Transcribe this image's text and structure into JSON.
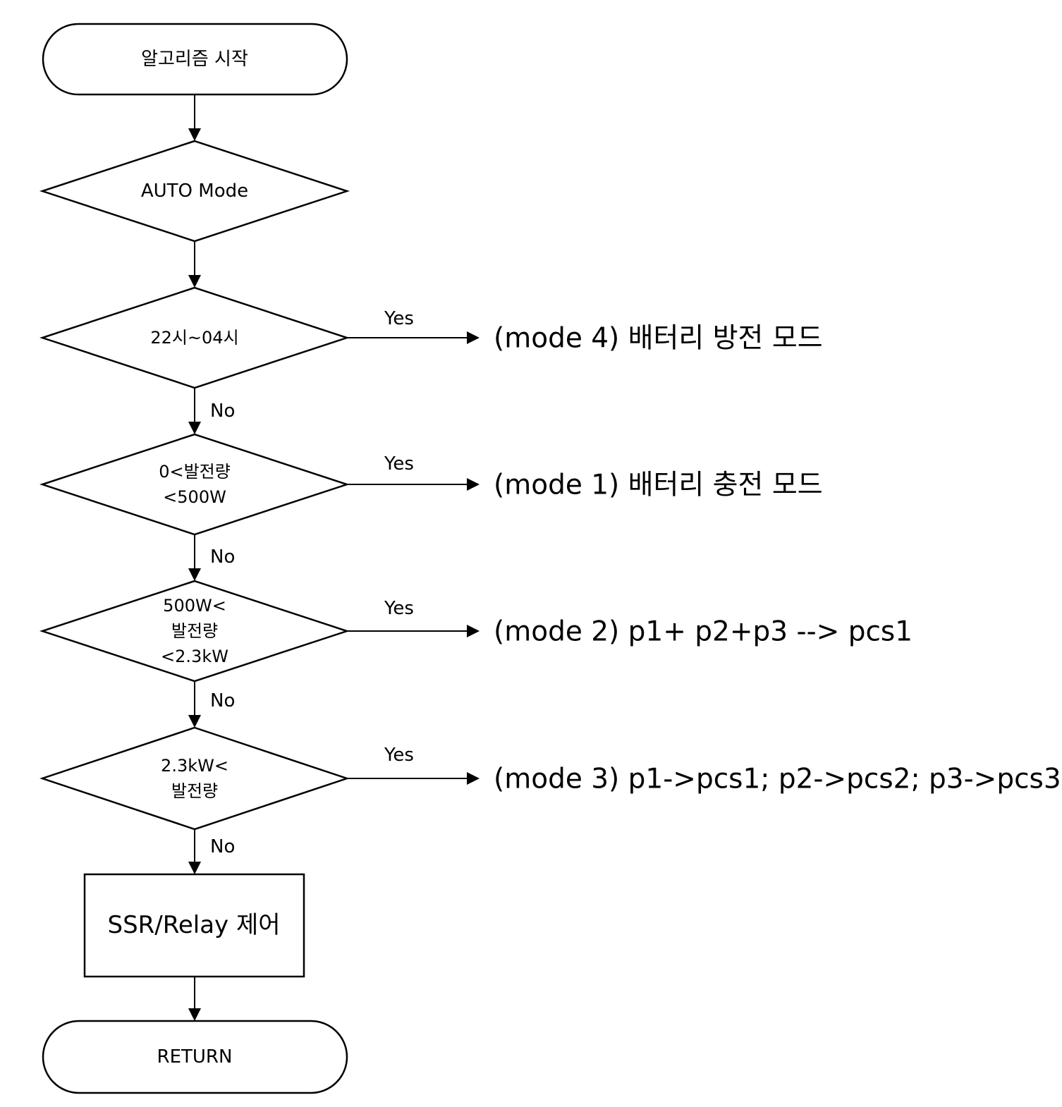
{
  "nodes": {
    "start": "알고리즘 시작",
    "auto_mode": "AUTO Mode",
    "cond_time": "22시~04시",
    "cond_gen_low": [
      "0<발전량",
      "<500W"
    ],
    "cond_gen_mid": [
      "500W<",
      "발전량",
      "<2.3kW"
    ],
    "cond_gen_high": [
      "2.3kW<",
      "발전량"
    ],
    "control": "SSR/Relay 제어",
    "end": "RETURN"
  },
  "labels": {
    "yes": "Yes",
    "no": "No"
  },
  "modes": {
    "mode4": "(mode 4) 배터리 방전 모드",
    "mode1": "(mode 1) 배터리 충전 모드",
    "mode2": "(mode 2) p1+ p2+p3 --> pcs1",
    "mode3": "(mode 3) p1->pcs1; p2->pcs2; p3->pcs3"
  }
}
